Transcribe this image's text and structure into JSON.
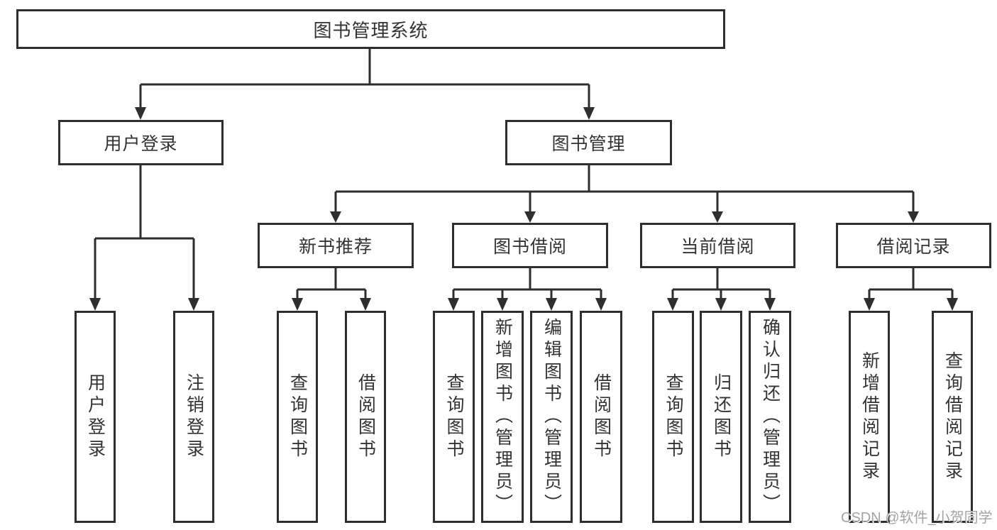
{
  "diagram": {
    "tree": {
      "label": "图书管理系统",
      "children": [
        {
          "label": "用户登录",
          "children": [
            {
              "label": "用户登录"
            },
            {
              "label": "注销登录"
            }
          ]
        },
        {
          "label": "图书管理",
          "children": [
            {
              "label": "新书推荐",
              "children": [
                {
                  "label": "查询图书"
                },
                {
                  "label": "借阅图书"
                }
              ]
            },
            {
              "label": "图书借阅",
              "children": [
                {
                  "label": "查询图书"
                },
                {
                  "label": "新增图书（管理员）"
                },
                {
                  "label": "编辑图书（管理员）"
                },
                {
                  "label": "借阅图书"
                }
              ]
            },
            {
              "label": "当前借阅",
              "children": [
                {
                  "label": "查询图书"
                },
                {
                  "label": "归还图书"
                },
                {
                  "label": "确认归还（管理员）"
                }
              ]
            },
            {
              "label": "借阅记录",
              "children": [
                {
                  "label": "新增借阅记录"
                },
                {
                  "label": "查询借阅记录"
                }
              ]
            }
          ]
        }
      ]
    },
    "colors": {
      "line": "#2e2e2e",
      "text": "#333333",
      "background": "#ffffff",
      "watermark": "#a3a3a3"
    }
  },
  "watermark": {
    "text": "CSDN @软件_小贺同学"
  }
}
